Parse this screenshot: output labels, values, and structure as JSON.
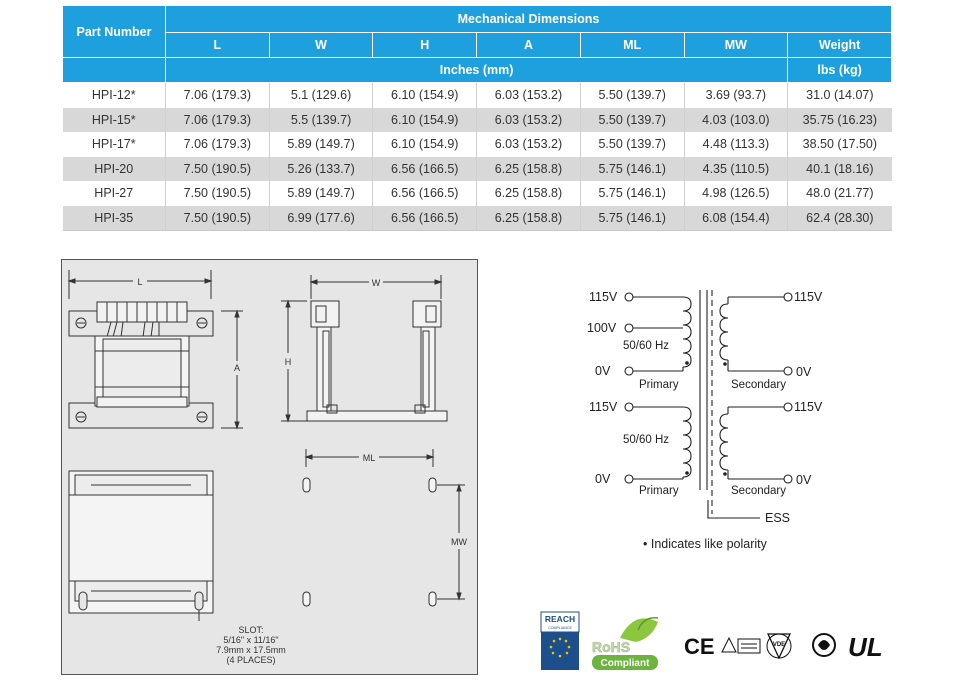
{
  "table": {
    "part_number_header": "Part Number",
    "group_header": "Mechanical Dimensions",
    "columns": [
      "L",
      "W",
      "H",
      "A",
      "ML",
      "MW"
    ],
    "weight_header": "Weight",
    "units_dims": "Inches (mm)",
    "units_weight": "lbs (kg)",
    "rows": [
      {
        "part": "HPI-12*",
        "L": "7.06 (179.3)",
        "W": "5.1 (129.6)",
        "H": "6.10 (154.9)",
        "A": "6.03 (153.2)",
        "ML": "5.50 (139.7)",
        "MW": "3.69 (93.7)",
        "weight": "31.0 (14.07)"
      },
      {
        "part": "HPI-15*",
        "L": "7.06 (179.3)",
        "W": "5.5 (139.7)",
        "H": "6.10 (154.9)",
        "A": "6.03 (153.2)",
        "ML": "5.50 (139.7)",
        "MW": "4.03 (103.0)",
        "weight": "35.75 (16.23)"
      },
      {
        "part": "HPI-17*",
        "L": "7.06 (179.3)",
        "W": "5.89 (149.7)",
        "H": "6.10 (154.9)",
        "A": "6.03 (153.2)",
        "ML": "5.50 (139.7)",
        "MW": "4.48 (113.3)",
        "weight": "38.50 (17.50)"
      },
      {
        "part": "HPI-20",
        "L": "7.50 (190.5)",
        "W": "5.26 (133.7)",
        "H": "6.56 (166.5)",
        "A": "6.25 (158.8)",
        "ML": "5.75 (146.1)",
        "MW": "4.35 (110.5)",
        "weight": "40.1 (18.16)"
      },
      {
        "part": "HPI-27",
        "L": "7.50 (190.5)",
        "W": "5.89 (149.7)",
        "H": "6.56 (166.5)",
        "A": "6.25 (158.8)",
        "ML": "5.75 (146.1)",
        "MW": "4.98 (126.5)",
        "weight": "48.0 (21.77)"
      },
      {
        "part": "HPI-35",
        "L": "7.50 (190.5)",
        "W": "6.99 (177.6)",
        "H": "6.56 (166.5)",
        "A": "6.25 (158.8)",
        "ML": "5.75 (146.1)",
        "MW": "6.08 (154.4)",
        "weight": "62.4 (28.30)"
      }
    ]
  },
  "drawing": {
    "label_L": "L",
    "label_W": "W",
    "label_A": "A",
    "label_H": "H",
    "label_ML": "ML",
    "label_MW": "MW",
    "slot_note": [
      "SLOT:",
      "5/16\" x 11/16\"",
      "7.9mm x 17.5mm",
      "(4 PLACES)"
    ]
  },
  "schematic": {
    "top_115v_left": "115V",
    "top_100v_left": "100V",
    "top_freq": "50/60 Hz",
    "top_0v_left": "0V",
    "top_primary": "Primary",
    "top_115v_right": "115V",
    "top_0v_right": "0V",
    "top_secondary": "Secondary",
    "bot_115v_left": "115V",
    "bot_freq": "50/60 Hz",
    "bot_0v_left": "0V",
    "bot_primary": "Primary",
    "bot_115v_right": "115V",
    "bot_0v_right": "0V",
    "bot_secondary": "Secondary",
    "ess": "ESS",
    "polarity_note": "• Indicates like polarity"
  },
  "certifications": {
    "reach_line1": "REACH",
    "reach_line2": "COMPLIANCE",
    "rohs_line1": "RoHS",
    "rohs_line2": "Compliant",
    "ce": "CE",
    "vde": "VDE",
    "ul": "UL",
    "header_color": "#1e9fde",
    "rohs_color": "#6cb33f"
  }
}
